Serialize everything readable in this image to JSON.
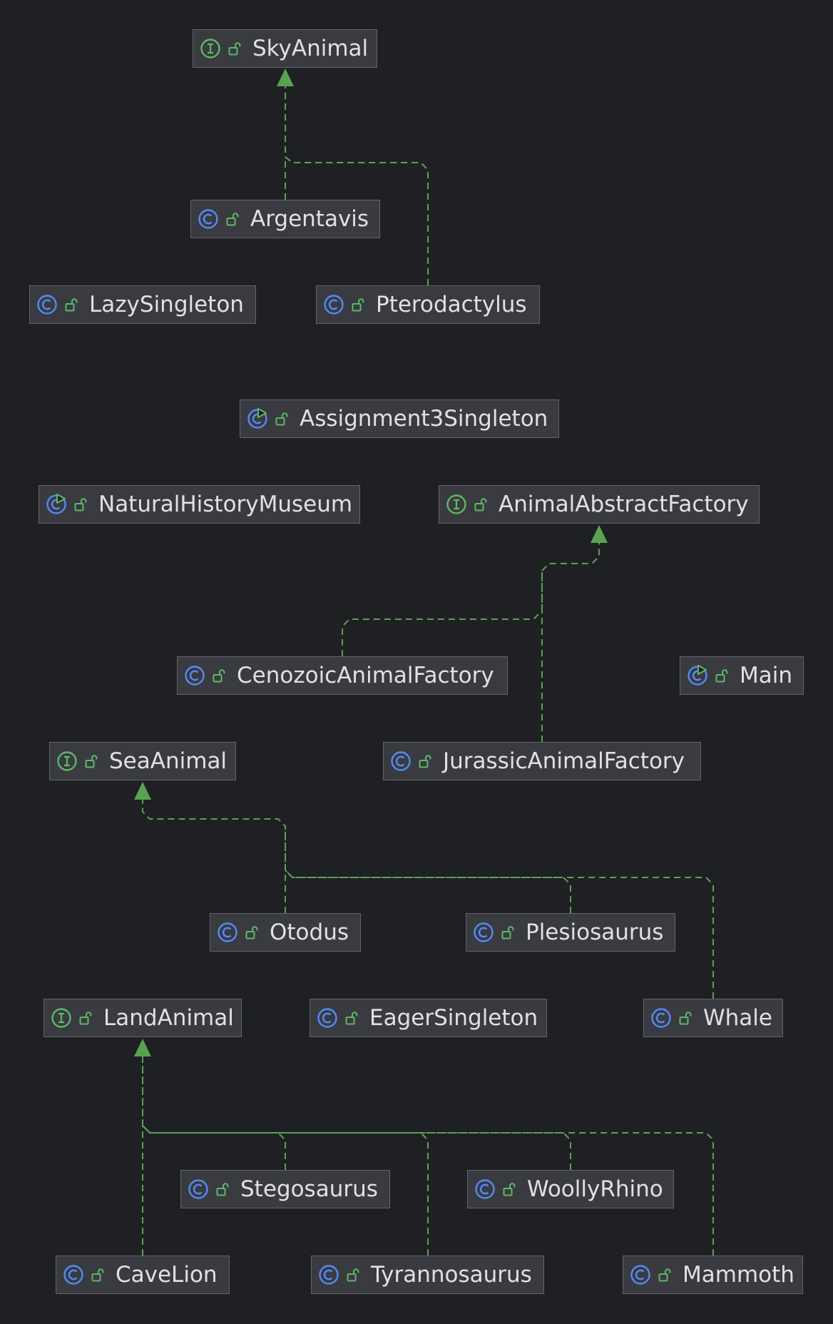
{
  "diagram": {
    "title": "",
    "colors": {
      "background": "#1f2024",
      "node_fill": "#393b40",
      "node_border": "#62646a",
      "node_text": "#dfe1e5",
      "class_icon": "#548af7",
      "interface_icon": "#5fb865",
      "visibility_icon": "#5fb865",
      "edge": "#59a252"
    },
    "nodes": [
      {
        "id": "SkyAnimal",
        "label": "SkyAnimal",
        "kind": "interface",
        "icon": "interface-icon"
      },
      {
        "id": "Argentavis",
        "label": "Argentavis",
        "kind": "class",
        "icon": "class-icon"
      },
      {
        "id": "LazySingleton",
        "label": "LazySingleton",
        "kind": "class",
        "icon": "class-icon"
      },
      {
        "id": "Pterodactylus",
        "label": "Pterodactylus",
        "kind": "class",
        "icon": "class-icon"
      },
      {
        "id": "Assignment3Singleton",
        "label": "Assignment3Singleton",
        "kind": "main",
        "icon": "runnable-class-icon"
      },
      {
        "id": "NaturalHistoryMuseum",
        "label": "NaturalHistoryMuseum",
        "kind": "main",
        "icon": "runnable-class-icon"
      },
      {
        "id": "AnimalAbstractFactory",
        "label": "AnimalAbstractFactory",
        "kind": "interface",
        "icon": "interface-icon"
      },
      {
        "id": "CenozoicAnimalFactory",
        "label": "CenozoicAnimalFactory",
        "kind": "class",
        "icon": "class-icon"
      },
      {
        "id": "Main",
        "label": "Main",
        "kind": "main",
        "icon": "runnable-class-icon"
      },
      {
        "id": "SeaAnimal",
        "label": "SeaAnimal",
        "kind": "interface",
        "icon": "interface-icon"
      },
      {
        "id": "JurassicAnimalFactory",
        "label": "JurassicAnimalFactory",
        "kind": "class",
        "icon": "class-icon"
      },
      {
        "id": "Otodus",
        "label": "Otodus",
        "kind": "class",
        "icon": "class-icon"
      },
      {
        "id": "Plesiosaurus",
        "label": "Plesiosaurus",
        "kind": "class",
        "icon": "class-icon"
      },
      {
        "id": "LandAnimal",
        "label": "LandAnimal",
        "kind": "interface",
        "icon": "interface-icon"
      },
      {
        "id": "EagerSingleton",
        "label": "EagerSingleton",
        "kind": "class",
        "icon": "class-icon"
      },
      {
        "id": "Whale",
        "label": "Whale",
        "kind": "class",
        "icon": "class-icon"
      },
      {
        "id": "Stegosaurus",
        "label": "Stegosaurus",
        "kind": "class",
        "icon": "class-icon"
      },
      {
        "id": "WoollyRhino",
        "label": "WoollyRhino",
        "kind": "class",
        "icon": "class-icon"
      },
      {
        "id": "CaveLion",
        "label": "CaveLion",
        "kind": "class",
        "icon": "class-icon"
      },
      {
        "id": "Tyrannosaurus",
        "label": "Tyrannosaurus",
        "kind": "class",
        "icon": "class-icon"
      },
      {
        "id": "Mammoth",
        "label": "Mammoth",
        "kind": "class",
        "icon": "class-icon"
      }
    ],
    "edges": [
      {
        "from": "Argentavis",
        "to": "SkyAnimal",
        "type": "implements"
      },
      {
        "from": "Pterodactylus",
        "to": "SkyAnimal",
        "type": "implements"
      },
      {
        "from": "CenozoicAnimalFactory",
        "to": "AnimalAbstractFactory",
        "type": "implements"
      },
      {
        "from": "JurassicAnimalFactory",
        "to": "AnimalAbstractFactory",
        "type": "implements"
      },
      {
        "from": "Otodus",
        "to": "SeaAnimal",
        "type": "implements"
      },
      {
        "from": "Plesiosaurus",
        "to": "SeaAnimal",
        "type": "implements"
      },
      {
        "from": "Whale",
        "to": "SeaAnimal",
        "type": "implements"
      },
      {
        "from": "Stegosaurus",
        "to": "LandAnimal",
        "type": "implements"
      },
      {
        "from": "WoollyRhino",
        "to": "LandAnimal",
        "type": "implements"
      },
      {
        "from": "CaveLion",
        "to": "LandAnimal",
        "type": "implements"
      },
      {
        "from": "Tyrannosaurus",
        "to": "LandAnimal",
        "type": "implements"
      },
      {
        "from": "Mammoth",
        "to": "LandAnimal",
        "type": "implements"
      }
    ]
  }
}
